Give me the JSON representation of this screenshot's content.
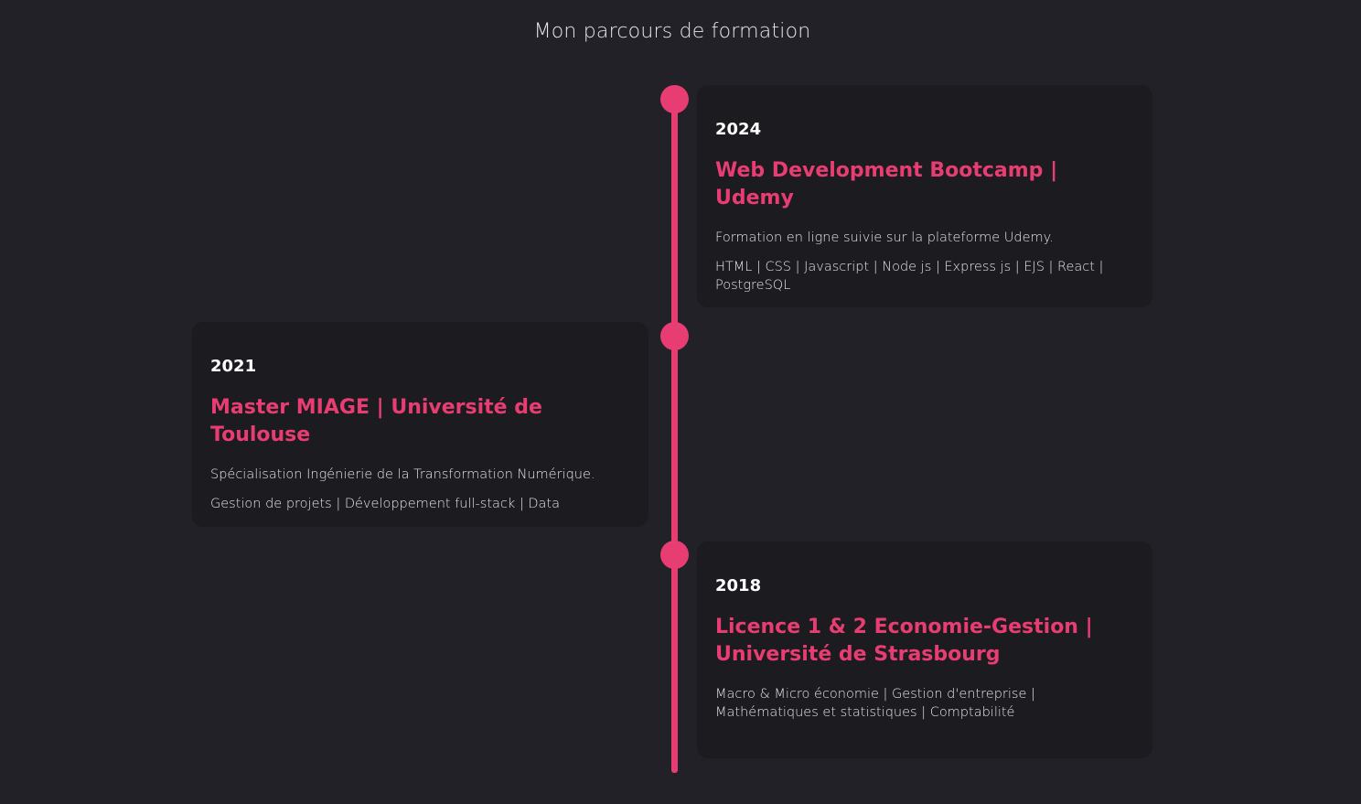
{
  "section": {
    "title": "Mon parcours de formation"
  },
  "colors": {
    "accent": "#e83d72",
    "background": "#222128",
    "card": "#1c1b1f"
  },
  "timeline": [
    {
      "year": "2024",
      "title": "Web Development Bootcamp | Udemy",
      "description": "Formation en ligne suivie sur la plateforme Udemy.",
      "skills": "HTML | CSS | Javascript | Node js | Express js | EJS | React | PostgreSQL"
    },
    {
      "year": "2021",
      "title": "Master MIAGE | Université de Toulouse",
      "description": "Spécialisation Ingénierie de la Transformation Numérique.",
      "skills": "Gestion de projets | Développement full-stack | Data"
    },
    {
      "year": "2018",
      "title": "Licence 1 & 2 Economie-Gestion | Université de Strasbourg",
      "skills": "Macro & Micro économie | Gestion d'entreprise | Mathématiques et statistiques | Comptabilité"
    }
  ]
}
